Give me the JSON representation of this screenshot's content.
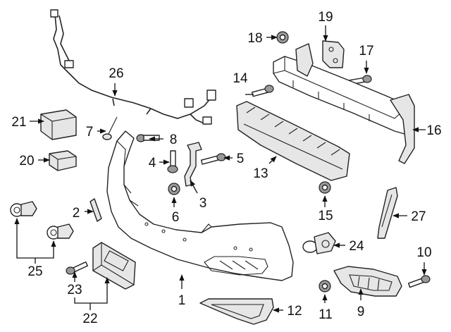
{
  "callouts": {
    "c1": "1",
    "c2": "2",
    "c3": "3",
    "c4": "4",
    "c5": "5",
    "c6": "6",
    "c7": "7",
    "c8": "8",
    "c9": "9",
    "c10": "10",
    "c11": "11",
    "c12": "12",
    "c13": "13",
    "c14": "14",
    "c15": "15",
    "c16": "16",
    "c17": "17",
    "c18": "18",
    "c19": "19",
    "c20": "20",
    "c21": "21",
    "c22": "22",
    "c23": "23",
    "c24": "24",
    "c25": "25",
    "c26": "26",
    "c27": "27"
  },
  "colors": {
    "line": "#222222",
    "fill": "#ffffff",
    "shade": "#e6e6e6",
    "dark": "#9a9a9a"
  }
}
